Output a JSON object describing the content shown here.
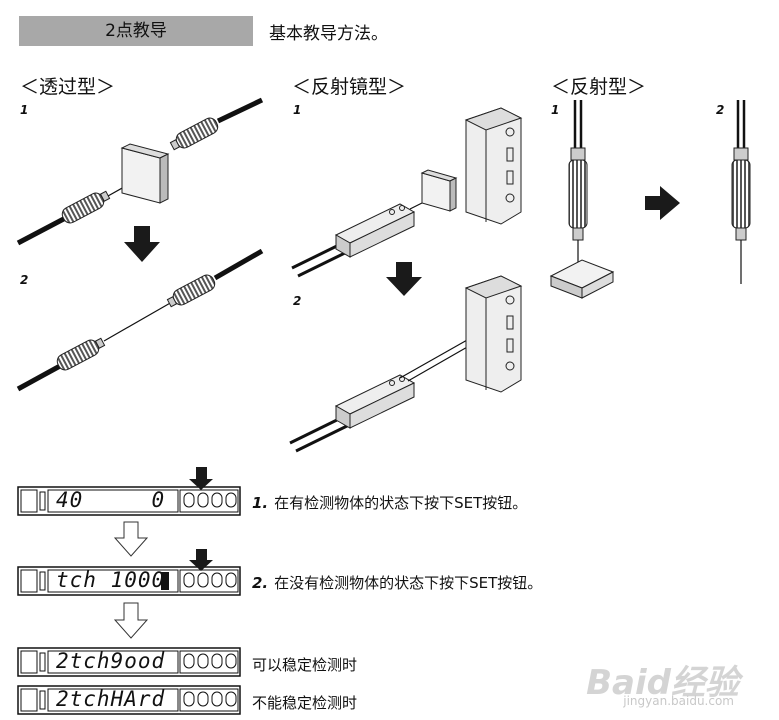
{
  "header": {
    "tab_label": "2点教导",
    "subtitle": "基本教导方法。"
  },
  "sections": {
    "transmissive": {
      "title": "＜透过型＞",
      "step1": "1",
      "step2": "2"
    },
    "retroreflective": {
      "title": "＜反射镜型＞",
      "step1": "1",
      "step2": "2"
    },
    "diffuse": {
      "title": "＜反射型＞",
      "step1": "1",
      "step2": "2"
    }
  },
  "panels": [
    {
      "display": "40     0",
      "instruction_number": "1.",
      "instruction": "在有检测物体的状态下按下SET按钮。"
    },
    {
      "display": "tch 1000",
      "instruction_number": "2.",
      "instruction": "在没有检测物体的状态下按下SET按钮。"
    },
    {
      "display": "2tch9ood",
      "status": "可以稳定检测时"
    },
    {
      "display": "2tchHArd",
      "status": "不能稳定检测时"
    }
  ],
  "watermark": {
    "logo": "Baid经验",
    "url": "jingyan.baidu.com"
  },
  "colors": {
    "tab_bg": "#a8a8a8",
    "ink": "#111111",
    "arrow": "#1a1a1a"
  }
}
